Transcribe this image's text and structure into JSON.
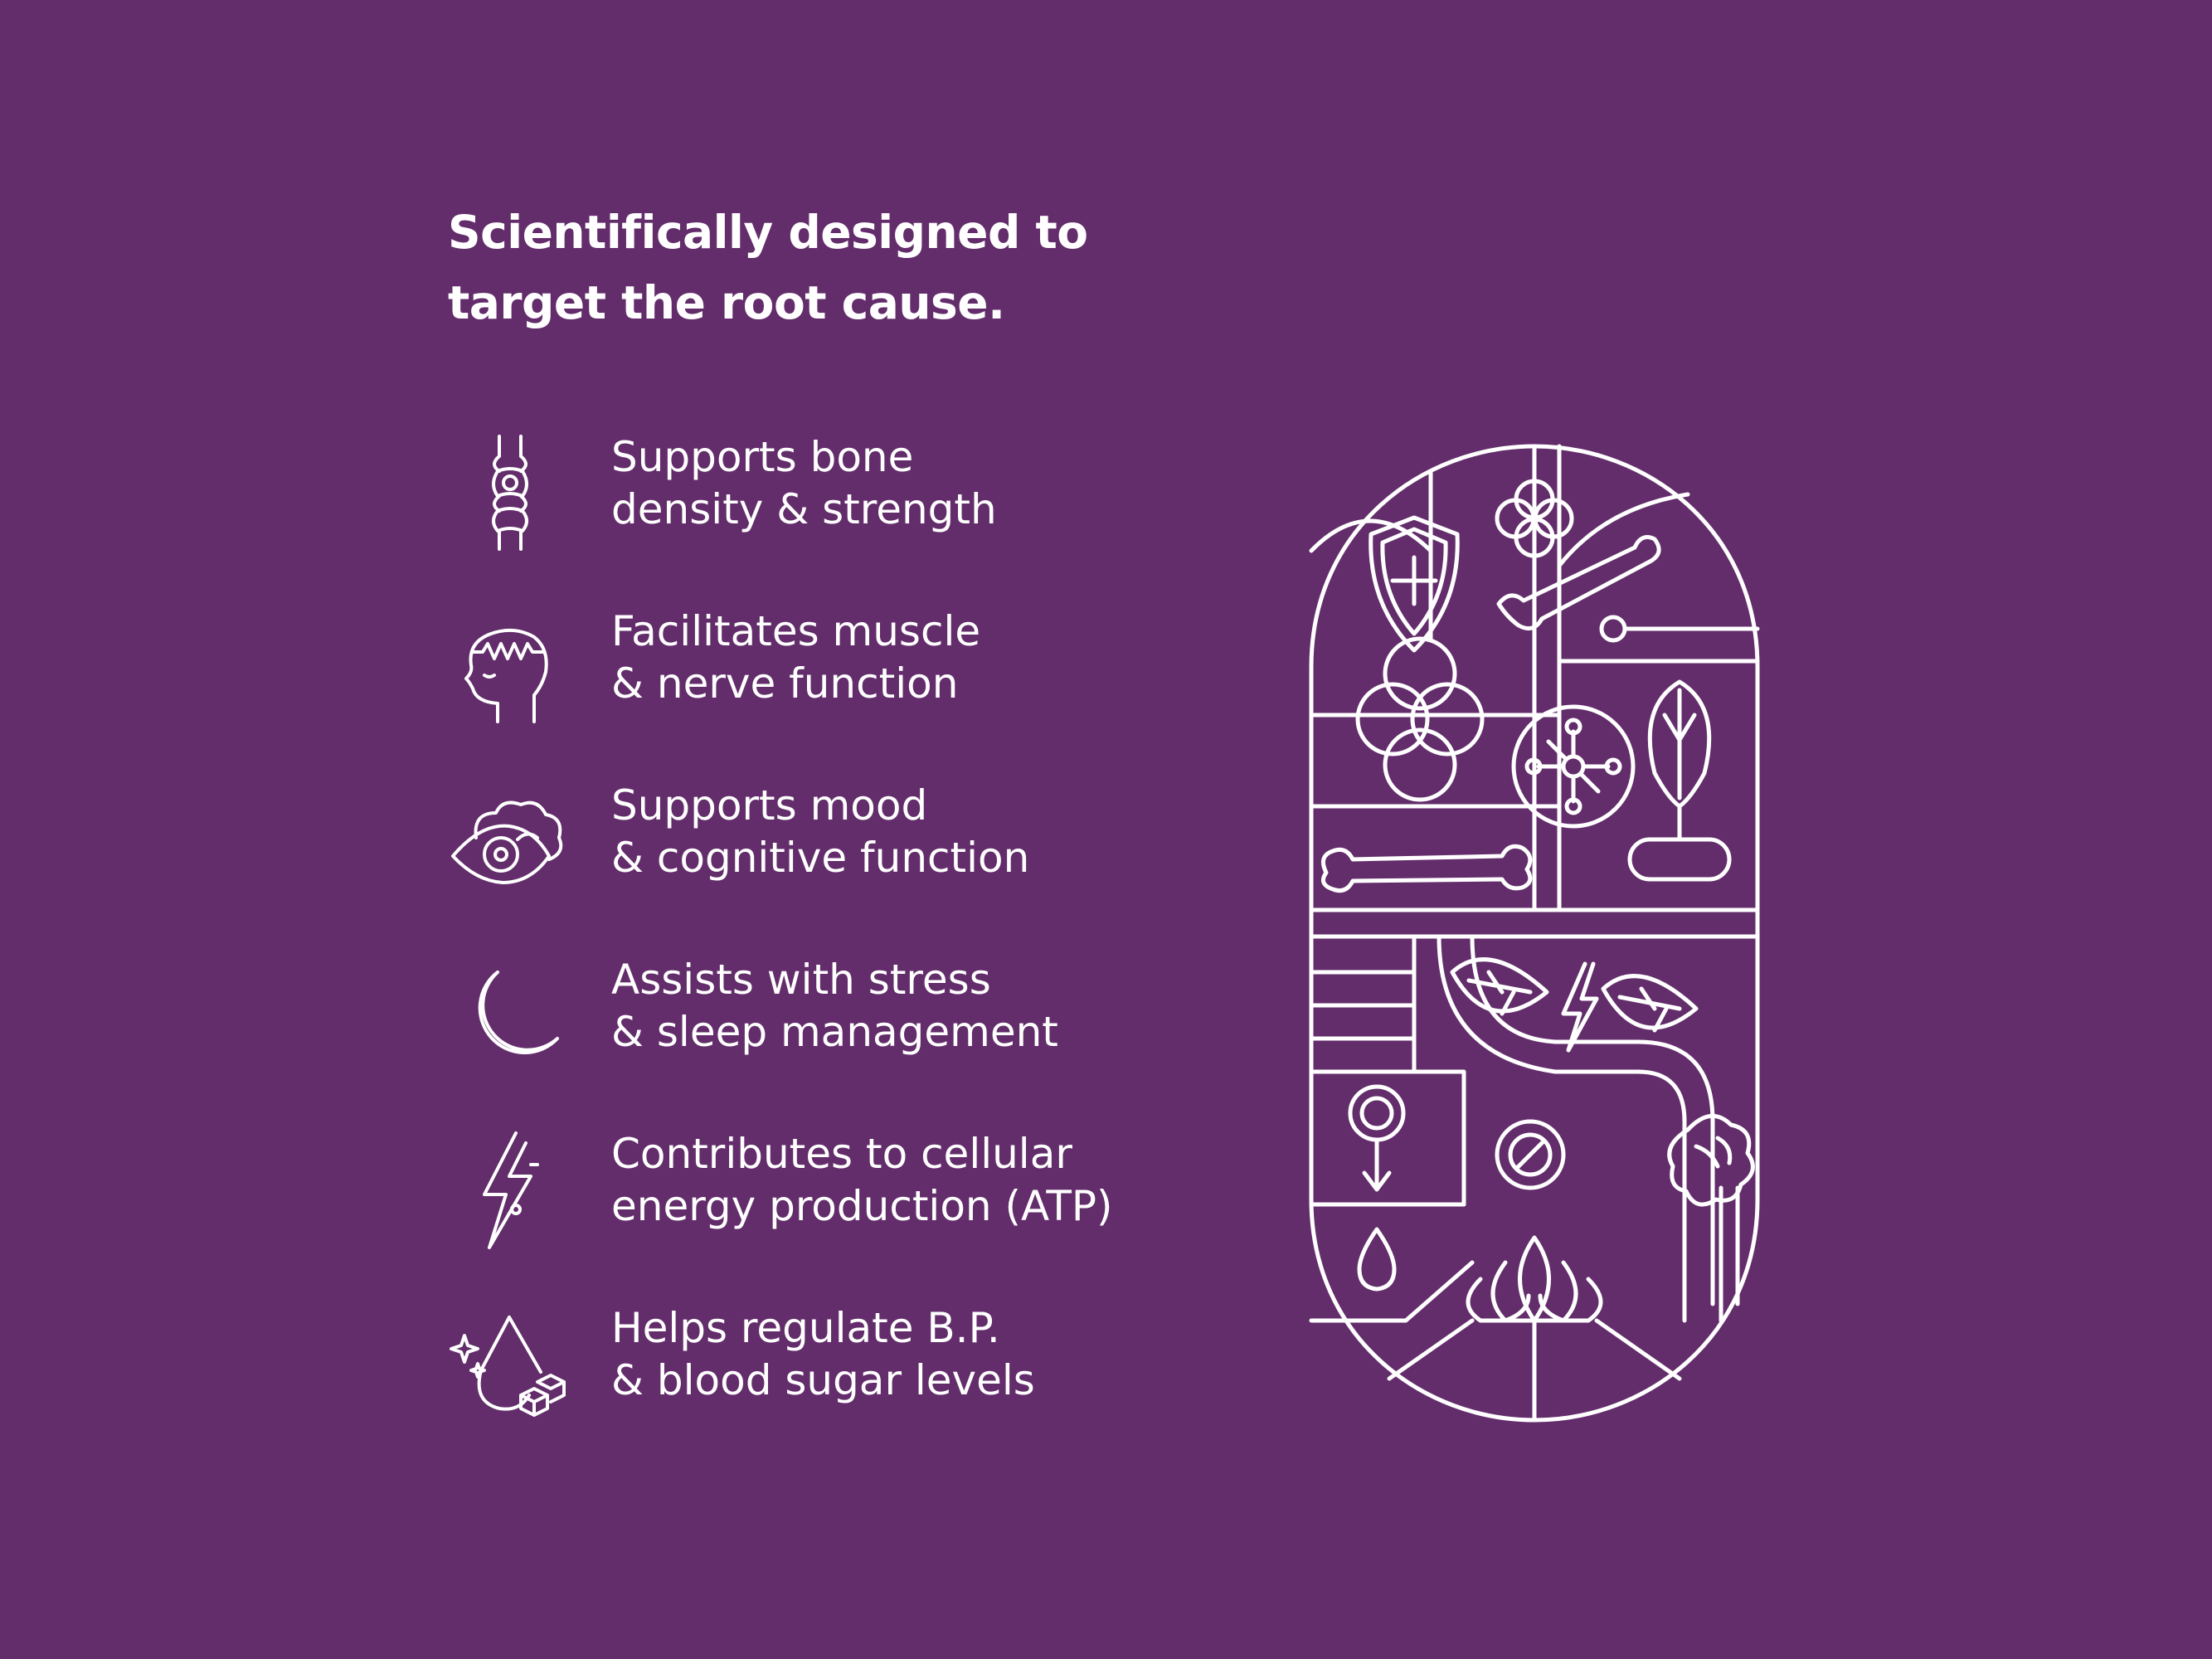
{
  "headline": {
    "line1": "Scientifically designed to",
    "line2": "target the root cause."
  },
  "benefits": [
    {
      "icon": "joint-icon",
      "line1": "Supports bone",
      "line2": "density & strength"
    },
    {
      "icon": "head-brainwave-icon",
      "line1": "Facilitates muscle",
      "line2": "& nerve function"
    },
    {
      "icon": "eye-brain-icon",
      "line1": "Supports mood",
      "line2": "& cognitive function"
    },
    {
      "icon": "crescent-moon-icon",
      "line1": "Assists with stress",
      "line2": "& sleep management"
    },
    {
      "icon": "lightning-bolt-icon",
      "line1": "Contributes to cellular",
      "line2": "energy production (ATP)"
    },
    {
      "icon": "blood-drop-sugar-icon",
      "line1": "Helps regulate B.P.",
      "line2": "& blood sugar levels"
    }
  ],
  "colors": {
    "background": "#632d6b",
    "foreground": "#ffffff"
  }
}
